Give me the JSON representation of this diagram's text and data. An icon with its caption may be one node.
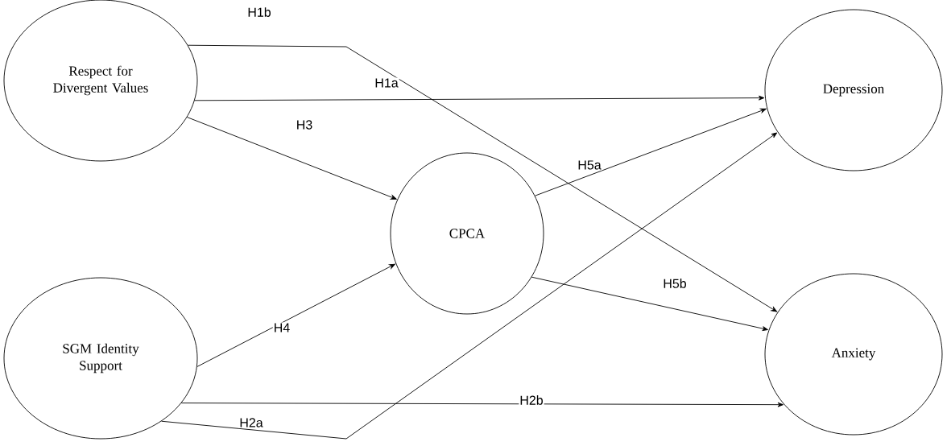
{
  "diagram": {
    "nodes": [
      {
        "text": [
          "Respect for Divergent Values"
        ]
      },
      {
        "text": [
          "SGM Identity Support"
        ]
      },
      {
        "text": [
          "CPCA"
        ]
      },
      {
        "text": [
          "Depression"
        ]
      },
      {
        "text": [
          "Anxiety"
        ]
      }
    ],
    "edges": [
      {
        "from": 0,
        "to": 4,
        "arrow": "to",
        "label": "H1b"
      },
      {
        "from": 0,
        "to": 3,
        "arrow": "to",
        "label": "H1a"
      },
      {
        "from": 0,
        "to": 2,
        "arrow": "to",
        "label": "H3"
      },
      {
        "from": 2,
        "to": 3,
        "arrow": "to",
        "label": "H5a"
      },
      {
        "from": 1,
        "to": 2,
        "arrow": "to",
        "label": "H4"
      },
      {
        "from": 2,
        "to": 4,
        "arrow": "to",
        "label": "H5b"
      },
      {
        "from": 1,
        "to": 4,
        "arrow": "to",
        "label": "H2b"
      },
      {
        "from": 1,
        "to": 3,
        "arrow": "to",
        "label": "H2a"
      }
    ]
  }
}
